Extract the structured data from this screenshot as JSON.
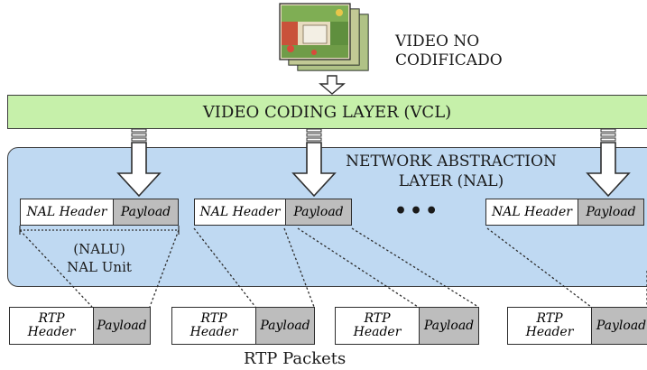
{
  "input": {
    "label_line1": "VIDEO NO",
    "label_line2": "CODIFICADO"
  },
  "vcl": {
    "label": "VIDEO CODING LAYER (VCL)"
  },
  "nal": {
    "title_line1": "NETWORK ABSTRACTION",
    "title_line2": "LAYER (NAL)",
    "units": [
      {
        "header": "NAL Header",
        "payload": "Payload"
      },
      {
        "header": "NAL Header",
        "payload": "Payload"
      },
      {
        "header": "NAL Header",
        "payload": "Payload"
      }
    ],
    "ellipsis": "•••",
    "caption_line1": "(NALU)",
    "caption_line2": "NAL Unit"
  },
  "rtp": {
    "packets": [
      {
        "header_line1": "RTP",
        "header_line2": "Header",
        "payload": "Payload"
      },
      {
        "header_line1": "RTP",
        "header_line2": "Header",
        "payload": "Payload"
      },
      {
        "header_line1": "RTP",
        "header_line2": "Header",
        "payload": "Payload"
      },
      {
        "header_line1": "RTP",
        "header_line2": "Header",
        "payload": "Payload"
      }
    ],
    "caption": "RTP Packets"
  },
  "colors": {
    "vcl_fill": "#c6f0aa",
    "nal_fill": "#bfd9f2",
    "payload_fill": "#bdbdbd",
    "header_fill": "#ffffff",
    "outline": "#2d2d2d"
  }
}
